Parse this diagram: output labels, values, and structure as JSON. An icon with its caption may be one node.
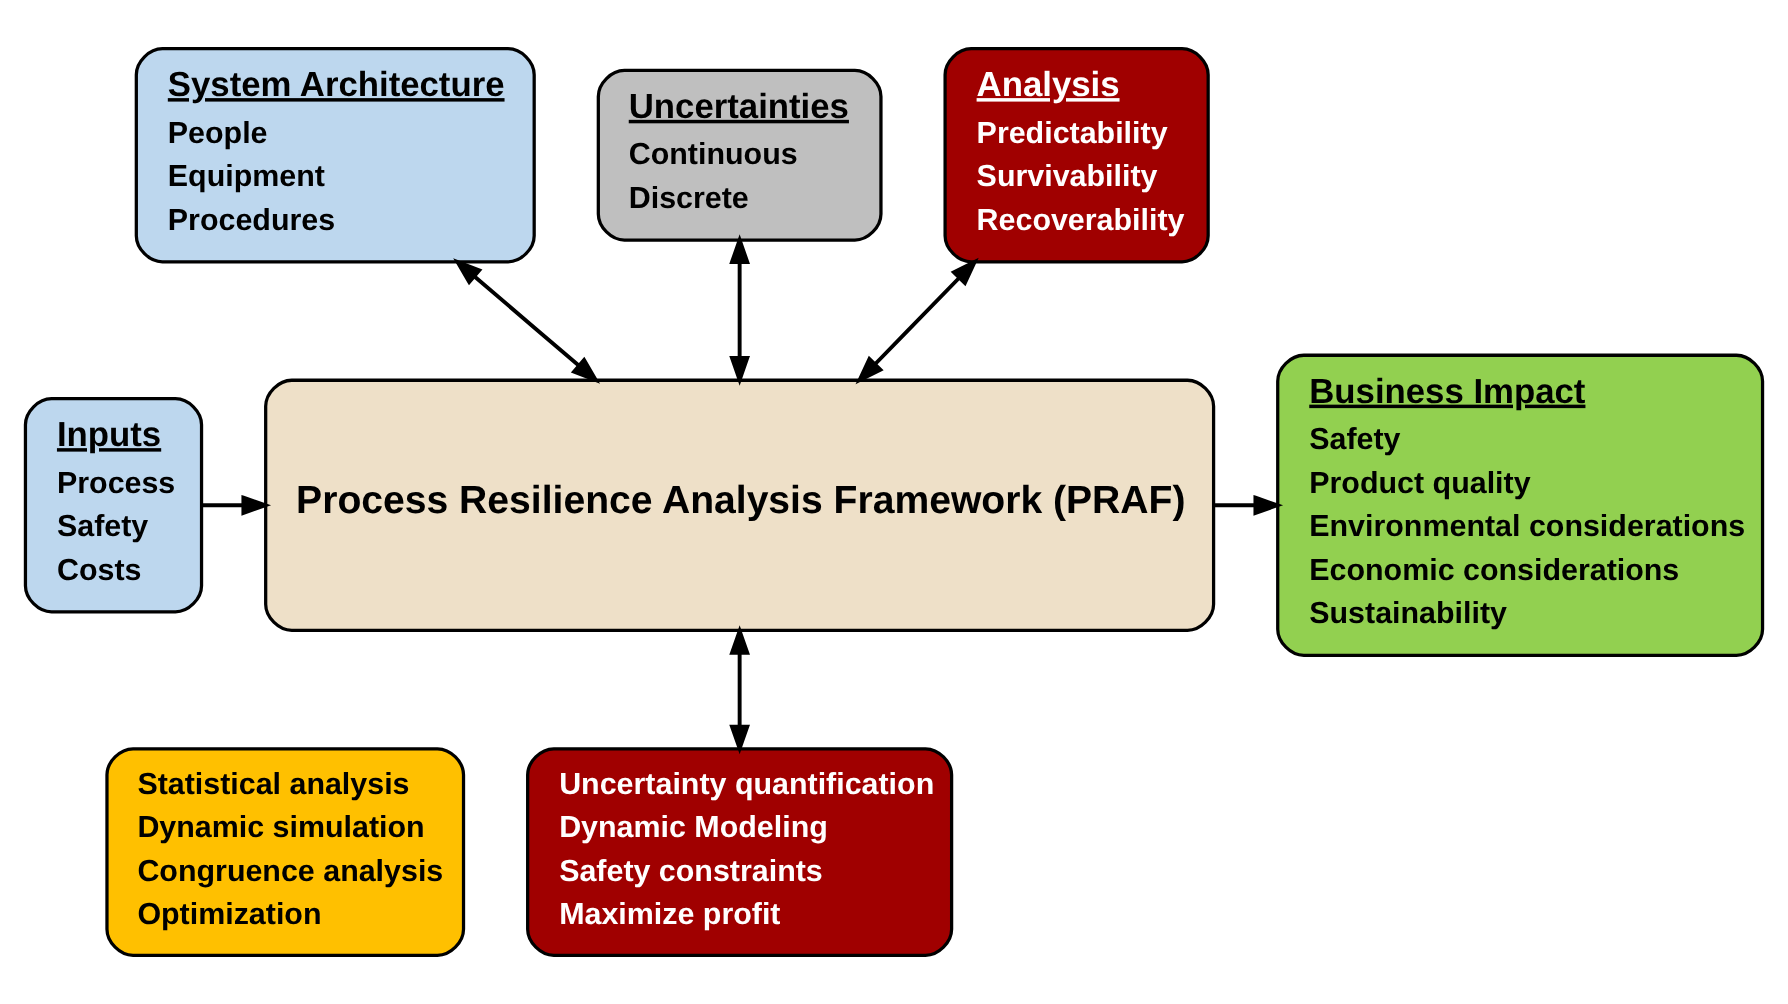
{
  "diagram": {
    "nodes": [
      {
        "text": [
          "System Architecture",
          "People",
          "Equipment",
          "Procedures"
        ]
      },
      {
        "text": [
          "Uncertainties",
          "Continuous",
          "Discrete"
        ]
      },
      {
        "text": [
          "Analysis",
          "Predictability",
          "Survivability",
          "Recoverability"
        ]
      },
      {
        "text": [
          "Inputs",
          "Process",
          "Safety",
          "Costs"
        ]
      },
      {
        "text": [
          "Process Resilience Analysis Framework (PRAF)"
        ]
      },
      {
        "text": [
          "Business Impact",
          "Safety",
          "Product quality",
          "Environmental considerations",
          "Economic considerations",
          "Sustainability"
        ]
      },
      {
        "text": [
          "Statistical analysis",
          "Dynamic simulation",
          "Congruence analysis",
          "Optimization"
        ]
      },
      {
        "text": [
          "Uncertainty quantification",
          "Dynamic Modeling",
          "Safety constraints",
          "Maximize profit"
        ]
      }
    ],
    "edges": [
      {
        "from": 0,
        "to": 4,
        "arrow": "both"
      },
      {
        "from": 1,
        "to": 4,
        "arrow": "both"
      },
      {
        "from": 2,
        "to": 4,
        "arrow": "both"
      },
      {
        "from": 3,
        "to": 4,
        "arrow": "to"
      },
      {
        "from": 4,
        "to": 5,
        "arrow": "to"
      },
      {
        "from": 4,
        "to": 7,
        "arrow": "both"
      }
    ]
  }
}
